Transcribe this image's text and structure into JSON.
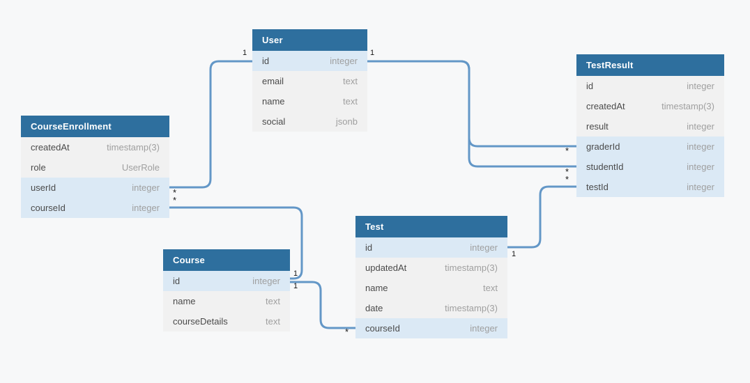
{
  "diagram": {
    "kind": "entity-relationship-schema"
  },
  "colors": {
    "header_bg": "#2e6f9e",
    "key_row_bg": "#dbe9f5",
    "row_bg": "#f1f1f1",
    "connector": "#6397c7",
    "canvas_bg": "#f7f8f9",
    "field_name": "#4a4a4a",
    "field_type": "#9f9f9f",
    "header_text": "#ffffff",
    "label_text": "#141414"
  },
  "tables": [
    {
      "name": "User",
      "fields": [
        {
          "name": "id",
          "type": "integer",
          "key": true
        },
        {
          "name": "email",
          "type": "text",
          "key": false
        },
        {
          "name": "name",
          "type": "text",
          "key": false
        },
        {
          "name": "social",
          "type": "jsonb",
          "key": false
        }
      ]
    },
    {
      "name": "CourseEnrollment",
      "fields": [
        {
          "name": "createdAt",
          "type": "timestamp(3)",
          "key": false
        },
        {
          "name": "role",
          "type": "UserRole",
          "key": false
        },
        {
          "name": "userId",
          "type": "integer",
          "key": true
        },
        {
          "name": "courseId",
          "type": "integer",
          "key": true
        }
      ]
    },
    {
      "name": "Course",
      "fields": [
        {
          "name": "id",
          "type": "integer",
          "key": true
        },
        {
          "name": "name",
          "type": "text",
          "key": false
        },
        {
          "name": "courseDetails",
          "type": "text",
          "key": false
        }
      ]
    },
    {
      "name": "Test",
      "fields": [
        {
          "name": "id",
          "type": "integer",
          "key": true
        },
        {
          "name": "updatedAt",
          "type": "timestamp(3)",
          "key": false
        },
        {
          "name": "name",
          "type": "text",
          "key": false
        },
        {
          "name": "date",
          "type": "timestamp(3)",
          "key": false
        },
        {
          "name": "courseId",
          "type": "integer",
          "key": true
        }
      ]
    },
    {
      "name": "TestResult",
      "fields": [
        {
          "name": "id",
          "type": "integer",
          "key": false
        },
        {
          "name": "createdAt",
          "type": "timestamp(3)",
          "key": false
        },
        {
          "name": "result",
          "type": "integer",
          "key": false
        },
        {
          "name": "graderId",
          "type": "integer",
          "key": true
        },
        {
          "name": "studentId",
          "type": "integer",
          "key": true
        },
        {
          "name": "testId",
          "type": "integer",
          "key": true
        }
      ]
    }
  ],
  "relationships": [
    {
      "from": "User.id",
      "to": "CourseEnrollment.userId",
      "from_card": "1",
      "to_card": "*"
    },
    {
      "from": "User.id",
      "to": "TestResult.graderId",
      "from_card": "1",
      "to_card": "*"
    },
    {
      "from": "User.id",
      "to": "TestResult.studentId",
      "from_card": "1",
      "to_card": "*"
    },
    {
      "from": "Course.id",
      "to": "CourseEnrollment.courseId",
      "from_card": "1",
      "to_card": "*"
    },
    {
      "from": "Course.id",
      "to": "Test.courseId",
      "from_card": "1",
      "to_card": "*"
    },
    {
      "from": "Test.id",
      "to": "TestResult.testId",
      "from_card": "1",
      "to_card": "*"
    }
  ]
}
